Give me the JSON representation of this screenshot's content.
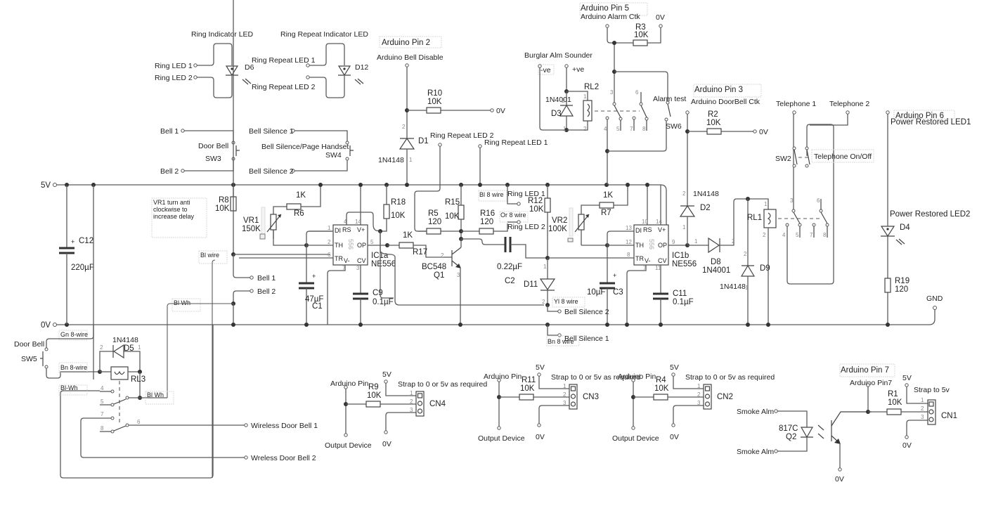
{
  "diagram": {
    "title": "Door bell / alarm interface schematic",
    "rails": {
      "supply": "5V",
      "ground": "0V",
      "gnd_terminal": "GND"
    },
    "indicators": {
      "ring_indicator": {
        "heading": "Ring Indicator LED",
        "pin1": "Ring LED 1",
        "pin2": "Ring LED 2",
        "ref": "D6"
      },
      "ring_repeat_indicator": {
        "heading": "Ring Repeat Indicator LED",
        "pin1": "Ring Repeat LED 1",
        "pin2": "Ring Repeat LED 2",
        "ref": "D12"
      }
    },
    "switches": {
      "door_bell": {
        "pin1": "Bell 1",
        "pin2": "Bell 2",
        "name": "Door Bell",
        "ref": "SW3"
      },
      "bell_silence": {
        "pin1": "Bell Silence 1",
        "pin2": "Bell Silence 2",
        "name": "Bell Silence/Page Handset",
        "ref": "SW4"
      },
      "sw5": {
        "name": "Door Bell",
        "ref": "SW5"
      },
      "sw6": {
        "name": "Alarm test",
        "ref": "SW6"
      },
      "sw2": {
        "ref": "SW2",
        "name": "Telephone On/Off",
        "pin1": "Telephone 1",
        "pin2": "Telephone 2"
      }
    },
    "arduino": {
      "pin2": {
        "box": "Arduino Pin 2",
        "label": "Arduino Bell Disable"
      },
      "pin5": {
        "box": "Arduino Pin 5",
        "label": "Arduino Alarm Ctk"
      },
      "pin3": {
        "box": "Arduino Pin 3",
        "label": "Arduino DoorBell Ctk"
      },
      "pin6": {
        "box": "Arduino Pin 6",
        "label": "Power Restored LED1"
      },
      "pin7": {
        "box": "Arduino Pin 7",
        "label": "Arduino Pin7"
      }
    },
    "burglar": {
      "heading": "Burglar Alm Sounder",
      "neg": "-ve",
      "pos": "+ve"
    },
    "note": "VR1 turn anti clockwise to increase delay",
    "components": {
      "R10": {
        "ref": "R10",
        "value": "10K"
      },
      "R3": {
        "ref": "R3",
        "value": "10K"
      },
      "R2": {
        "ref": "R2",
        "value": "10K"
      },
      "R8": {
        "ref": "R8",
        "value": "10K"
      },
      "R6": {
        "ref": "R6",
        "value": "1K"
      },
      "R18": {
        "ref": "R18",
        "value": "10K"
      },
      "R17": {
        "ref": "R17",
        "value": "1K"
      },
      "R5": {
        "ref": "R5",
        "value": "120"
      },
      "R15": {
        "ref": "R15",
        "value": "10K"
      },
      "R16": {
        "ref": "R16",
        "value": "120"
      },
      "R12": {
        "ref": "R12",
        "value": "10K"
      },
      "R7": {
        "ref": "R7",
        "value": "1K"
      },
      "R19": {
        "ref": "R19",
        "value": "120"
      },
      "R9": {
        "ref": "R9",
        "value": "10K"
      },
      "R11": {
        "ref": "R11",
        "value": "10K"
      },
      "R4": {
        "ref": "R4",
        "value": "10K"
      },
      "R1": {
        "ref": "R1",
        "value": "10K"
      },
      "VR1": {
        "ref": "VR1",
        "value": "150K"
      },
      "VR2": {
        "ref": "VR2",
        "value": "100K"
      },
      "C12": {
        "ref": "C12",
        "value": "220µF"
      },
      "C1": {
        "ref": "C1",
        "value": "47µF"
      },
      "C9": {
        "ref": "C9",
        "value": "0.1µF"
      },
      "C2": {
        "ref": "C2",
        "value": "0.22µF"
      },
      "C3": {
        "ref": "C3",
        "value": "10µF"
      },
      "C11": {
        "ref": "C11",
        "value": "0.1µF"
      },
      "D1": {
        "ref": "D1",
        "value": "1N4148"
      },
      "D2": {
        "ref": "D2",
        "value": "1N4148"
      },
      "D3": {
        "ref": "D3",
        "value": "1N4001"
      },
      "D4": {
        "ref": "D4",
        "value": "Power Restored LED2"
      },
      "D5": {
        "ref": "D5",
        "value": "1N4148"
      },
      "D8": {
        "ref": "D8",
        "value": "1N4001"
      },
      "D9": {
        "ref": "D9",
        "value": "1N4148"
      },
      "D11": {
        "ref": "D11"
      },
      "Q1": {
        "ref": "Q1",
        "value": "BC548"
      },
      "Q2": {
        "ref": "Q2",
        "value": "817C"
      },
      "IC1a": {
        "ref": "IC1a",
        "value": "NE556",
        "pins": {
          "DI": "DI",
          "RS": "RS",
          "V+": "V+",
          "TH": "TH",
          "OP": "OP",
          "TR": "TR",
          "V-": "V-",
          "CV": "CV"
        },
        "chip": "556"
      },
      "IC1b": {
        "ref": "IC1b",
        "value": "NE556",
        "chip": "556"
      },
      "RL1": {
        "ref": "RL1"
      },
      "RL2": {
        "ref": "RL2"
      },
      "RL3": {
        "ref": "RL3"
      }
    },
    "wire_tags": {
      "bl_wire": "Bl wire",
      "bl_wh": "Bl Wh",
      "gn_8": "Gn 8-wire",
      "bn_8": "Bn 8-wire",
      "bl_wh2": "Bl-Wh",
      "bl_wh3": "Bl Wh",
      "bl_8": "Bl 8 wire",
      "or_8": "Or 8 wire",
      "yl_8": "Yl 8 wire",
      "bn_8b": "Bn 8 wire"
    },
    "net_labels": {
      "bell1": "Bell 1",
      "bell2": "Bell 2",
      "ring_repeat_led2": "Ring Repeat LED 2",
      "ring_repeat_led1": "Ring Repeat LED 1",
      "ring_led1": "Ring LED 1",
      "ring_led2": "Ring LED 2",
      "bell_silence2": "Bell Silence 2",
      "bell_silence1": "Bell Silence 1",
      "wireless1": "Wireless Door Bell 1",
      "wireless2": "Wreless Door Bell 2",
      "zero_v": "0V",
      "five_v": "5V"
    },
    "outputs": [
      {
        "ref": "CN4",
        "res": "R9",
        "value": "10K",
        "top": "Arduino Pin",
        "bottom": "Output Device",
        "v5": "5V",
        "v0": "0V",
        "note": "Strap to 0 or 5v as required"
      },
      {
        "ref": "CN3",
        "res": "R11",
        "value": "10K",
        "top": "Arduino Pin",
        "bottom": "Output Device",
        "v5": "5V",
        "v0": "0V",
        "note": "Strap to 0 or 5v as required"
      },
      {
        "ref": "CN2",
        "res": "R4",
        "value": "10K",
        "top": "Arduino Pin",
        "bottom": "Output Device",
        "v5": "5V",
        "v0": "0V",
        "note": "Strap to 0 or 5v as required"
      }
    ],
    "smoke": {
      "in1": "Smoke Alm",
      "in2": "Smoke Alm",
      "cn": "CN1",
      "note": "Strap to 5v",
      "v5": "5V",
      "v0": "0V",
      "q_v0": "0V"
    },
    "pin_numbers": [
      "1",
      "2",
      "3"
    ]
  }
}
